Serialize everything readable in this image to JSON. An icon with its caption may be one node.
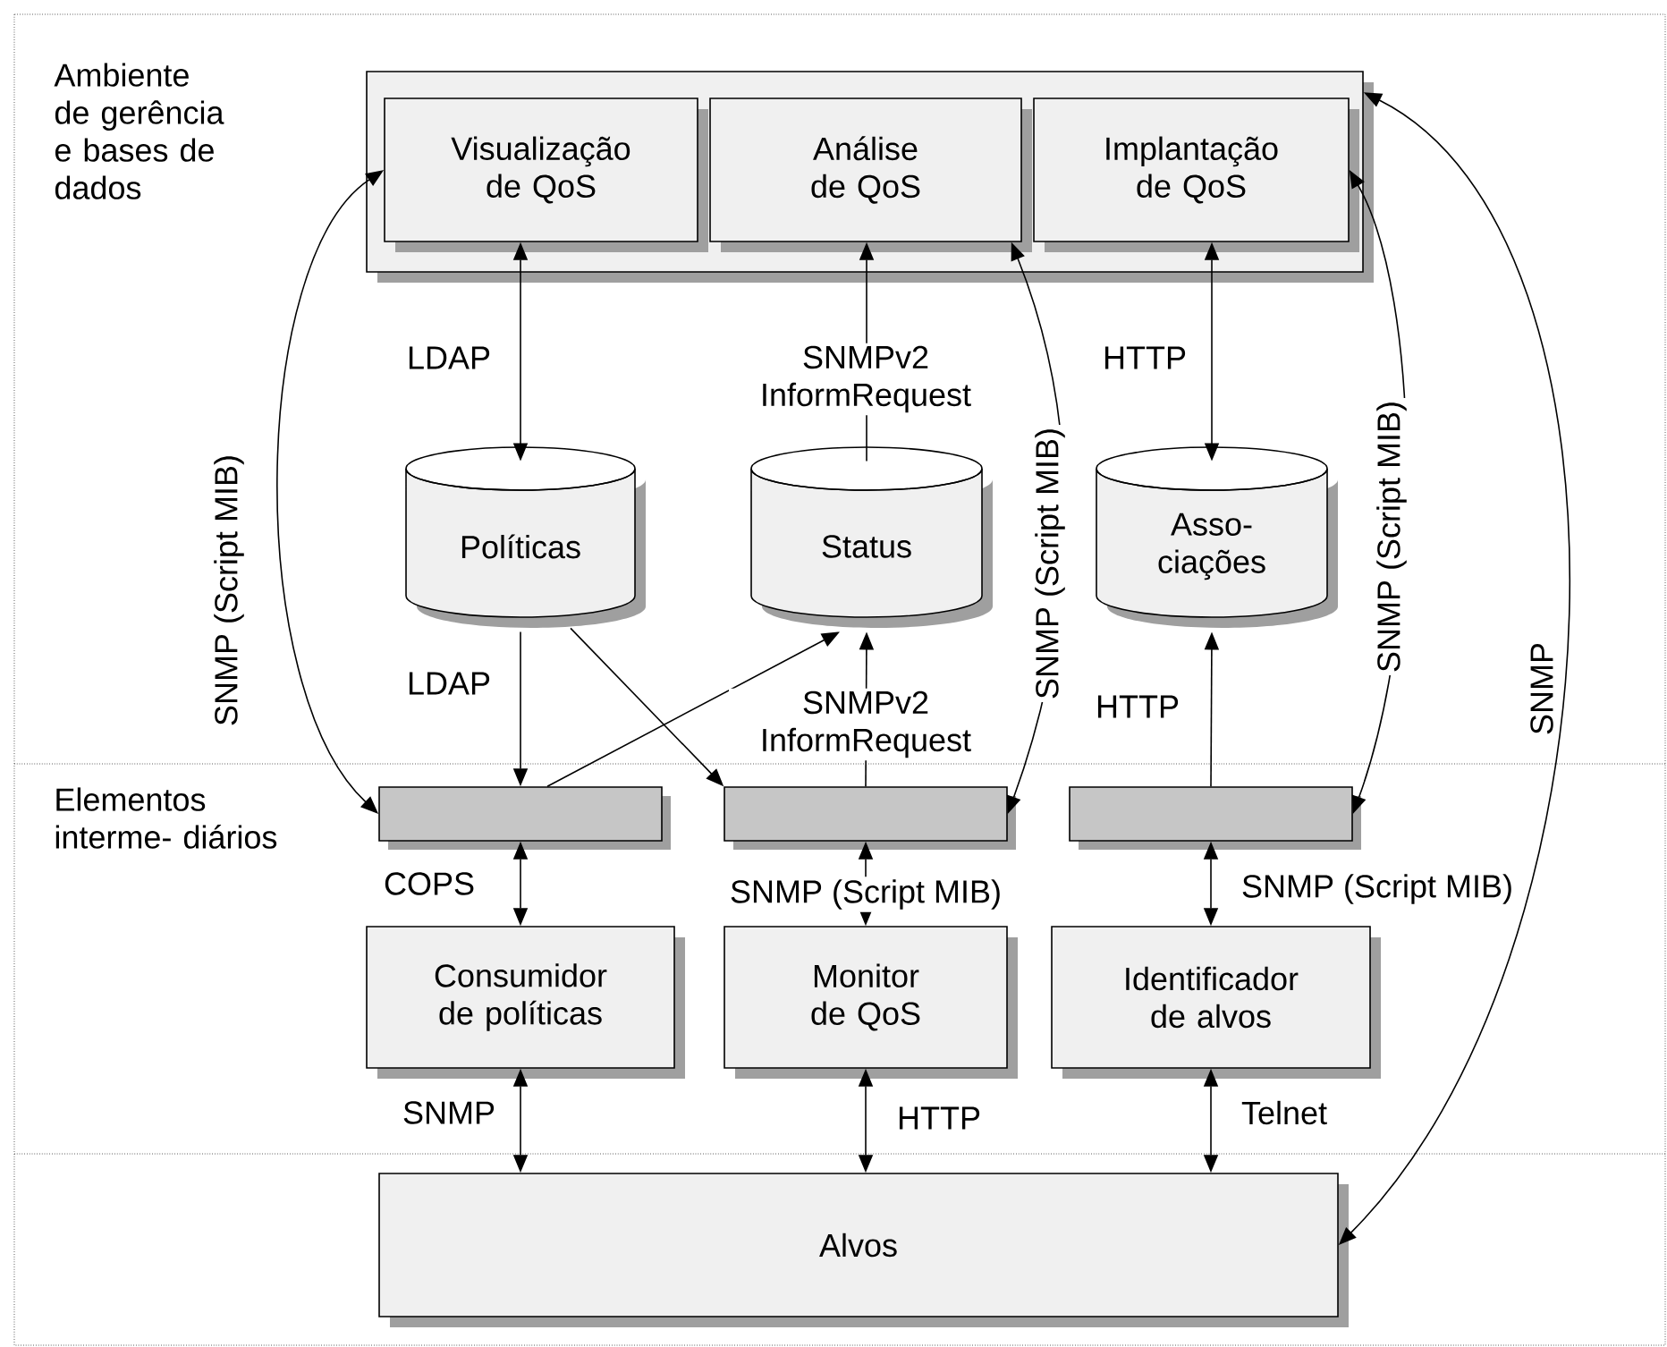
{
  "diagram": {
    "nodes": [
      {
        "text": [],
        "shape": "box"
      },
      {
        "text": [
          "Visualização de QoS"
        ],
        "in": 0
      },
      {
        "text": [
          "Análise de QoS"
        ],
        "in": 0
      },
      {
        "text": [
          "Implantação de QoS"
        ],
        "in": 0
      },
      {
        "text": [
          "Políticas"
        ]
      },
      {
        "text": [
          "Status"
        ]
      },
      {
        "text": [
          "Asso- ciações"
        ]
      },
      {
        "text": [],
        "shape": "bar"
      },
      {
        "text": [],
        "shape": "bar"
      },
      {
        "text": [],
        "shape": "bar"
      },
      {
        "text": [
          "Consumidor de políticas"
        ]
      },
      {
        "text": [
          "Monitor de QoS"
        ]
      },
      {
        "text": [
          "Identificador de alvos"
        ]
      },
      {
        "text": [
          "Alvos"
        ]
      }
    ],
    "edges": [
      {
        "from": 1,
        "to": 4,
        "arrow": "both",
        "label": "LDAP"
      },
      {
        "from": 5,
        "to": 2,
        "arrow": "to",
        "label": "SNMPv2 InformRequest"
      },
      {
        "from": 3,
        "to": 6,
        "arrow": "both",
        "label": "HTTP"
      },
      {
        "from": 4,
        "to": 7,
        "arrow": "to",
        "label": "LDAP"
      },
      {
        "from": 4,
        "to": 8,
        "arrow": "to"
      },
      {
        "from": 7,
        "to": 5,
        "arrow": "to"
      },
      {
        "from": 8,
        "to": 5,
        "arrow": "to",
        "label": "SNMPv2 InformRequest"
      },
      {
        "from": 9,
        "to": 6,
        "arrow": "to",
        "label": "HTTP"
      },
      {
        "from": 1,
        "to": 7,
        "arrow": "both",
        "label": "SNMP (Script MIB)"
      },
      {
        "from": 2,
        "to": 8,
        "arrow": "both",
        "label": "SNMP (Script MIB)"
      },
      {
        "from": 3,
        "to": 9,
        "arrow": "both",
        "label": "SNMP (Script MIB)"
      },
      {
        "from": 0,
        "to": 13,
        "arrow": "both",
        "label": "SNMP"
      },
      {
        "from": 7,
        "to": 10,
        "arrow": "both",
        "label": "COPS"
      },
      {
        "from": 8,
        "to": 11,
        "arrow": "both",
        "label": "SNMP (Script MIB)"
      },
      {
        "from": 9,
        "to": 12,
        "arrow": "both",
        "label": "SNMP (Script MIB)"
      },
      {
        "from": 10,
        "to": 13,
        "arrow": "both",
        "label": "SNMP"
      },
      {
        "from": 11,
        "to": 13,
        "arrow": "both",
        "label": "HTTP"
      },
      {
        "from": 12,
        "to": 13,
        "arrow": "both",
        "label": "Telnet"
      }
    ],
    "labels": [
      "Ambiente de gerência e bases de dados",
      "Elementos interme- diários"
    ]
  }
}
